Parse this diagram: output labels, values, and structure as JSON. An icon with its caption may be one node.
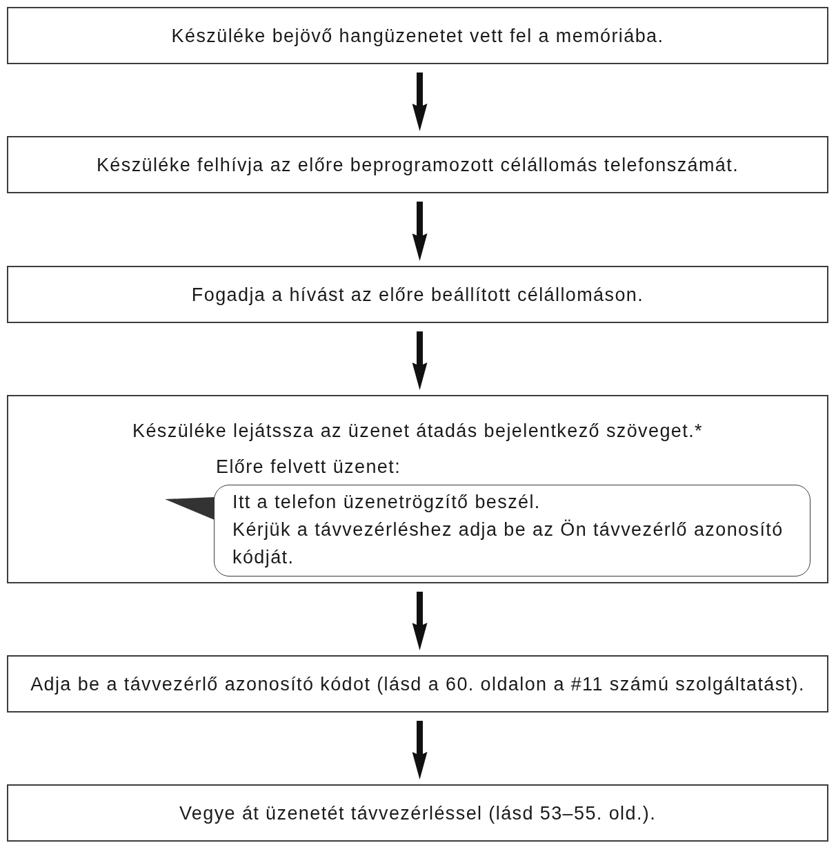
{
  "diagram": {
    "nodes": [
      {
        "text": [
          "Készüléke bejövő hangüzenetet vett fel a memóriába."
        ]
      },
      {
        "text": [
          "Készüléke felhívja az előre beprogramozott célállomás telefonszámát."
        ]
      },
      {
        "text": [
          "Fogadja a hívást az előre beállított célállomáson."
        ]
      },
      {
        "text": [
          "Készüléke lejátssza az üzenet átadás bejelentkező szöveget.*",
          "Előre felvett üzenet:"
        ]
      },
      {
        "text": [
          "Itt a telefon üzenetrögzítő beszél.",
          "Kérjük a távvezérléshez adja be az Ön távvezérlő azonosító kódját."
        ],
        "in": 3
      },
      {
        "text": [
          "Adja be a távvezérlő azonosító kódot (lásd a 60. oldalon a #11 számú szolgáltatást)."
        ]
      },
      {
        "text": [
          "Vegye át üzenetét távvezérléssel (lásd 53–55. old.)."
        ]
      }
    ],
    "edges": [
      {
        "from": 0,
        "to": 1,
        "arrow": "to"
      },
      {
        "from": 1,
        "to": 2,
        "arrow": "to"
      },
      {
        "from": 2,
        "to": 3,
        "arrow": "to"
      },
      {
        "from": 3,
        "to": 5,
        "arrow": "to"
      },
      {
        "from": 5,
        "to": 6,
        "arrow": "to"
      }
    ]
  }
}
